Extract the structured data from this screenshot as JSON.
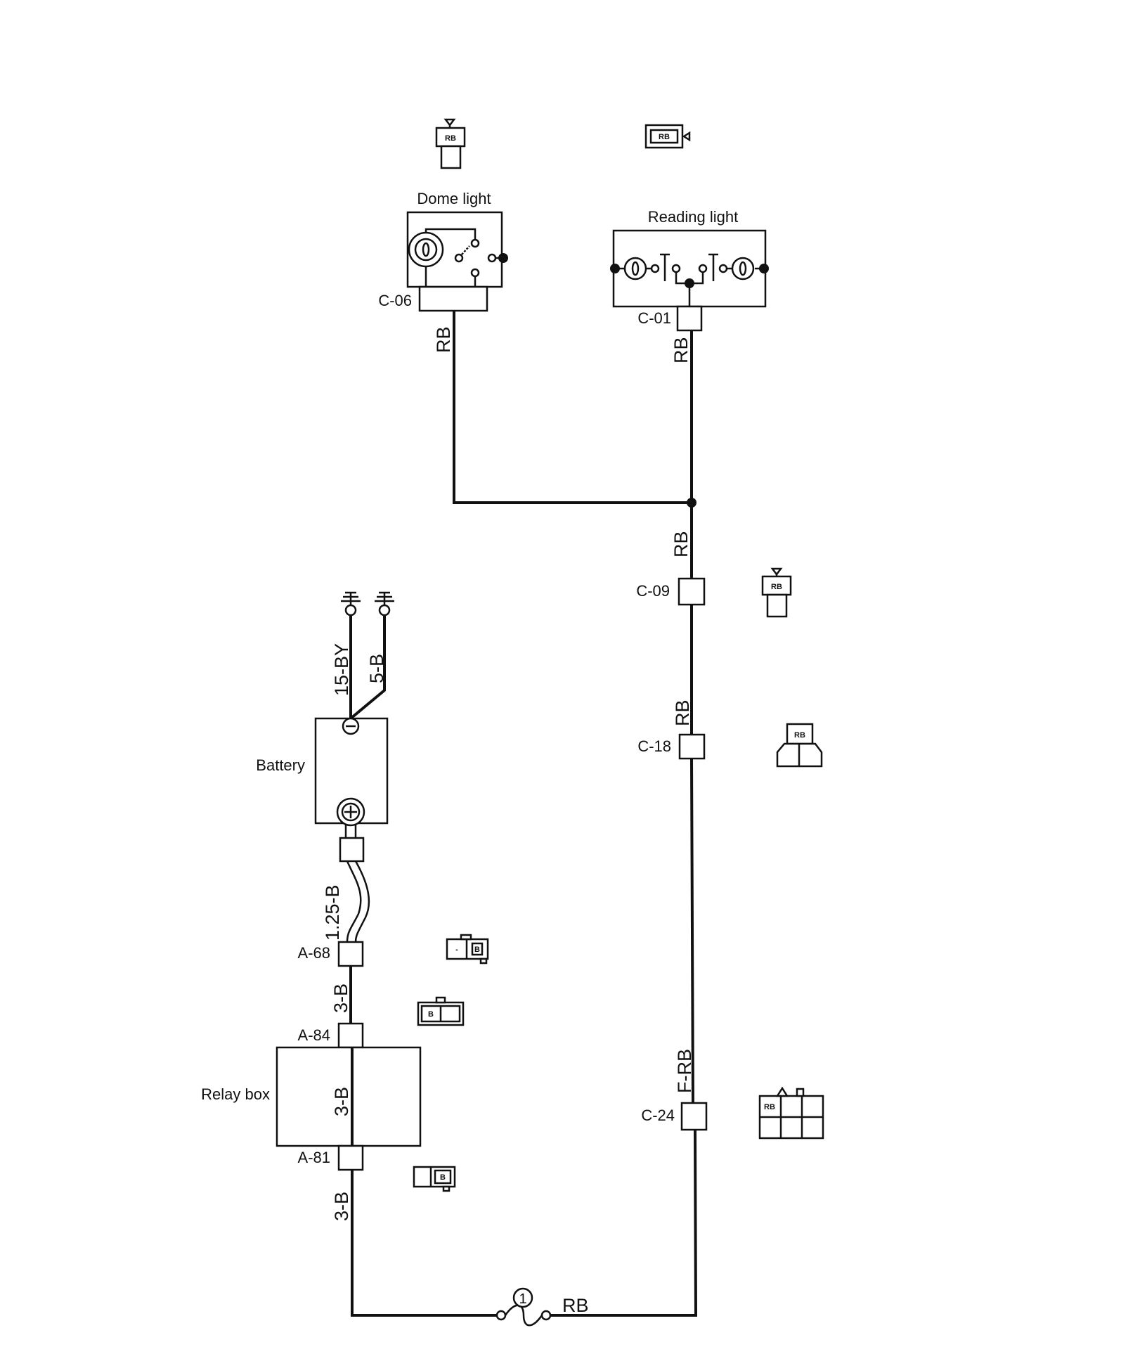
{
  "components": {
    "dome_light": "Dome light",
    "reading_light": "Reading light",
    "battery": "Battery",
    "relay_box": "Relay box"
  },
  "connectors": {
    "c06": "C-06",
    "c01": "C-01",
    "c09": "C-09",
    "c18": "C-18",
    "c24": "C-24",
    "a68": "A-68",
    "a84": "A-84",
    "a81": "A-81"
  },
  "wires": {
    "c06_rb": "RB",
    "c01_rb": "RB",
    "junction_rb": "RB",
    "c18_rb": "RB",
    "c24_frb": "F-RB",
    "fuse_rb": "RB",
    "battery_neg_15by": "15-BY",
    "battery_neg_5b": "5-B",
    "battery_pos_125b": "1.25-B",
    "a68_3b": "3-B",
    "relay_3b": "3-B",
    "a81_3b": "3-B"
  },
  "fuse": {
    "number": "1"
  },
  "pin_labels": {
    "dome_connector": "RB",
    "reading_connector": "RB",
    "c09_connector": "RB",
    "c18_connector": "RB",
    "a68_connector": "B",
    "a68_minus": "-",
    "a84_connector": "B",
    "a81_connector": "B",
    "c24_connector": "RB"
  }
}
